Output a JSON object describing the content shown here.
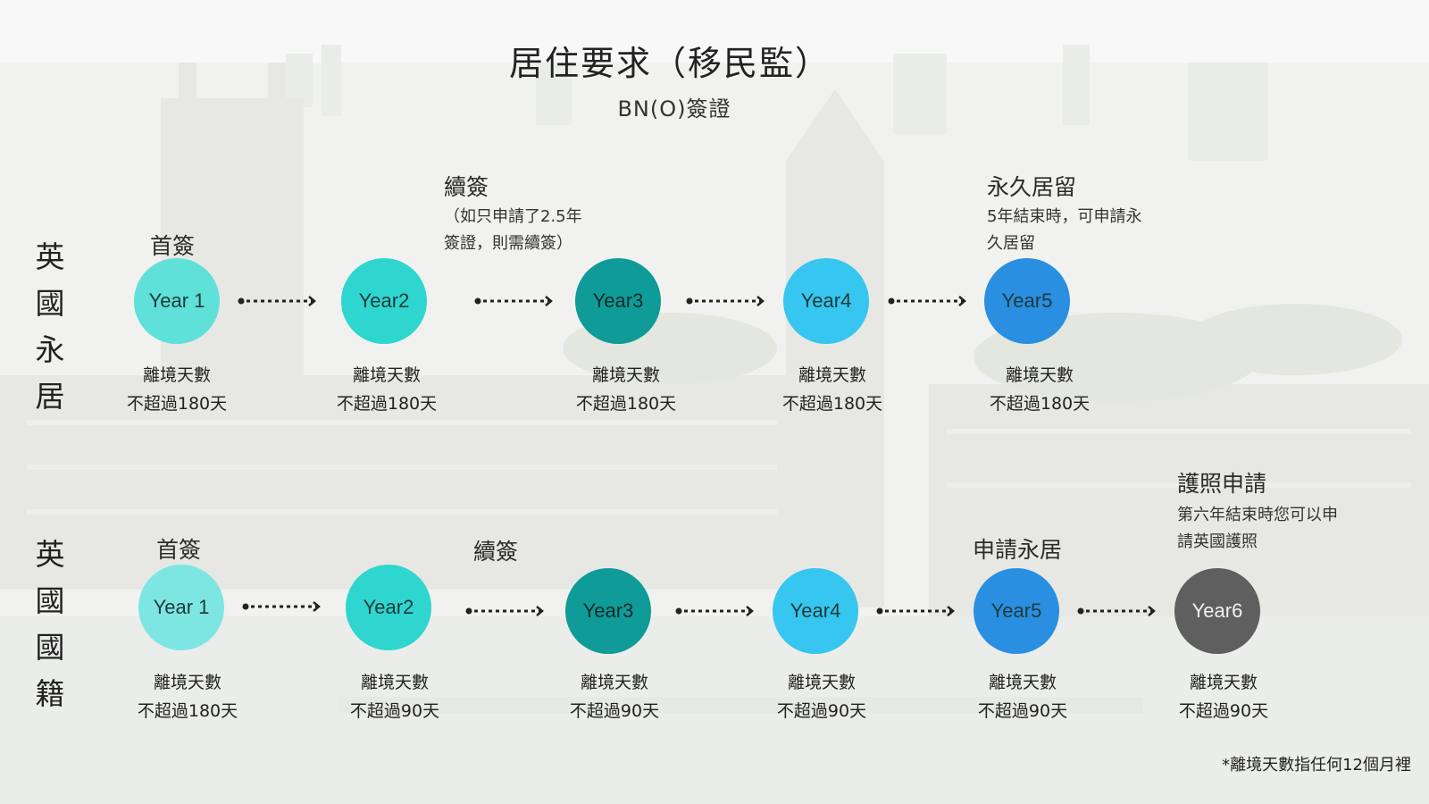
{
  "header": {
    "title": "居住要求（移民監）",
    "subtitle": "BN(O)簽證"
  },
  "rows": [
    {
      "label": "英國永居",
      "stages": [
        {
          "year": "Year 1",
          "color": "#5fe0d8",
          "stage": "首簽",
          "note": "",
          "limit_line1": "離境天數",
          "limit_line2": "不超過180天"
        },
        {
          "year": "Year2",
          "color": "#2fd6cf",
          "stage": "",
          "note": "",
          "limit_line1": "離境天數",
          "limit_line2": "不超過180天"
        },
        {
          "year": "Year3",
          "color": "#0f9b98",
          "stage": "續簽",
          "note": "（如只申請了2.5年簽證，則需續簽）",
          "limit_line1": "離境天數",
          "limit_line2": "不超過180天"
        },
        {
          "year": "Year4",
          "color": "#36c6ef",
          "stage": "",
          "note": "",
          "limit_line1": "離境天數",
          "limit_line2": "不超過180天"
        },
        {
          "year": "Year5",
          "color": "#2a8fe0",
          "stage": "永久居留",
          "note": "5年結束時，可申請永久居留",
          "limit_line1": "離境天數",
          "limit_line2": "不超過180天"
        }
      ]
    },
    {
      "label": "英國國籍",
      "stages": [
        {
          "year": "Year 1",
          "color": "#7de6e2",
          "stage": "首簽",
          "note": "",
          "limit_line1": "離境天數",
          "limit_line2": "不超過180天"
        },
        {
          "year": "Year2",
          "color": "#2fd6cf",
          "stage": "續簽",
          "note": "",
          "limit_line1": "離境天數",
          "limit_line2": "不超過90天"
        },
        {
          "year": "Year3",
          "color": "#0f9b98",
          "stage": "",
          "note": "",
          "limit_line1": "離境天數",
          "limit_line2": "不超過90天"
        },
        {
          "year": "Year4",
          "color": "#36c6ef",
          "stage": "",
          "note": "",
          "limit_line1": "離境天數",
          "limit_line2": "不超過90天"
        },
        {
          "year": "Year5",
          "color": "#2a8fe0",
          "stage": "申請永居",
          "note": "",
          "limit_line1": "離境天數",
          "limit_line2": "不超過90天"
        },
        {
          "year": "Year6",
          "color": "#5f5f5f",
          "stage": "護照申請",
          "note": "第六年結束時您可以申請英國護照",
          "limit_line1": "離境天數",
          "limit_line2": "不超過90天"
        }
      ]
    }
  ],
  "footnote": "*離境天數指任何12個月裡"
}
